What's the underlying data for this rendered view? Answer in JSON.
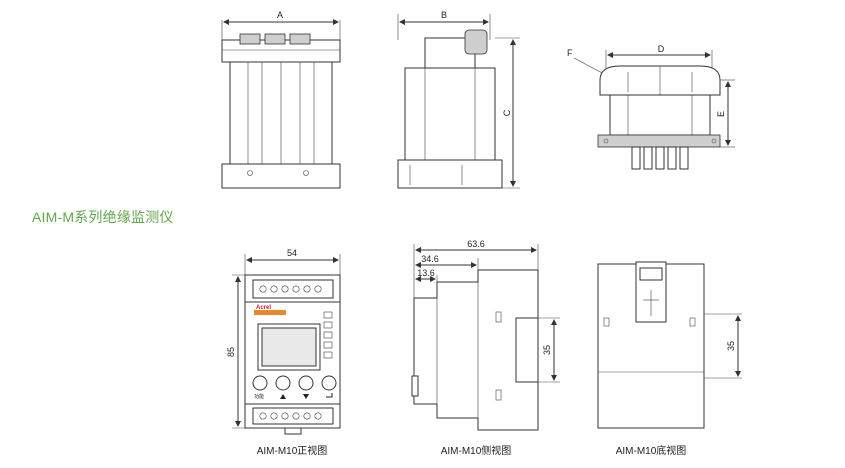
{
  "section_title": "AIM-M系列绝缘监测仪",
  "top_drawings": {
    "label_a": "A",
    "label_b": "B",
    "label_c": "C",
    "label_d": "D",
    "label_e": "E",
    "label_f": "F"
  },
  "front_view": {
    "dim_width": "54",
    "dim_height": "85",
    "brand": "Acrel",
    "button_label_1": "功能",
    "caption": "AIM-M10正视图"
  },
  "side_view": {
    "dim_total": "63.6",
    "dim_mid": "34.6",
    "dim_small": "13.6",
    "dim_rail": "35",
    "caption": "AIM-M10侧视图"
  },
  "bottom_view": {
    "dim_rail": "35",
    "caption": "AIM-M10底视图"
  }
}
